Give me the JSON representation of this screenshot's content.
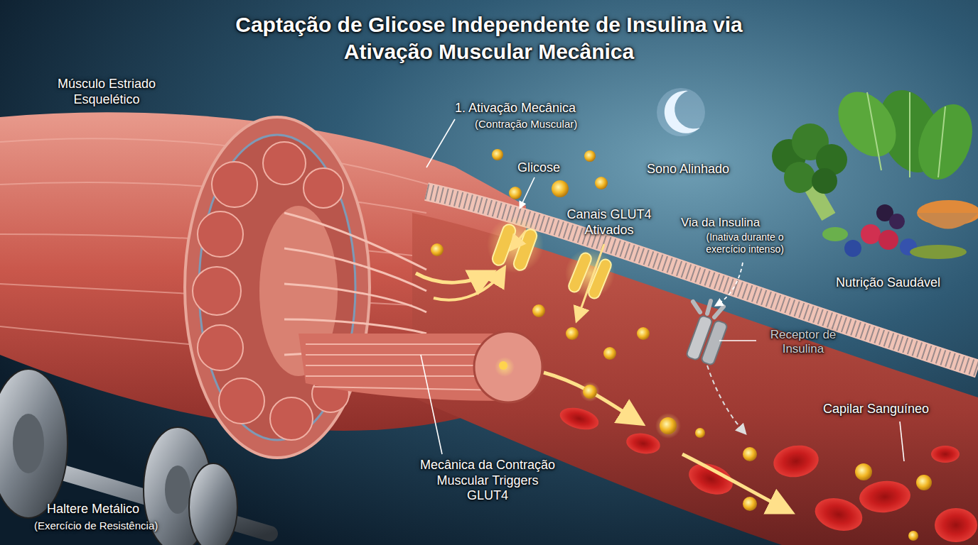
{
  "diagram": {
    "title": "Captação de Glicose Independente de Insulina via Ativação Muscular Mecânica",
    "labels": [
      "Músculo Estriado Esquelético",
      "1. Ativação Mecânica",
      "(Contração Muscular)",
      "Glicose",
      "Canais GLUT4 Ativados",
      "Sono Alinhado",
      "Via da Insulina",
      "(Inativa durante o exercício intenso)",
      "Nutrição Saudável",
      "Receptor de Insulina",
      "Capilar Sanguíneo",
      "Mecânica da Contração Muscular Triggers GLUT4",
      "Haltere Metálico",
      "(Exercício de Resistência)"
    ]
  }
}
